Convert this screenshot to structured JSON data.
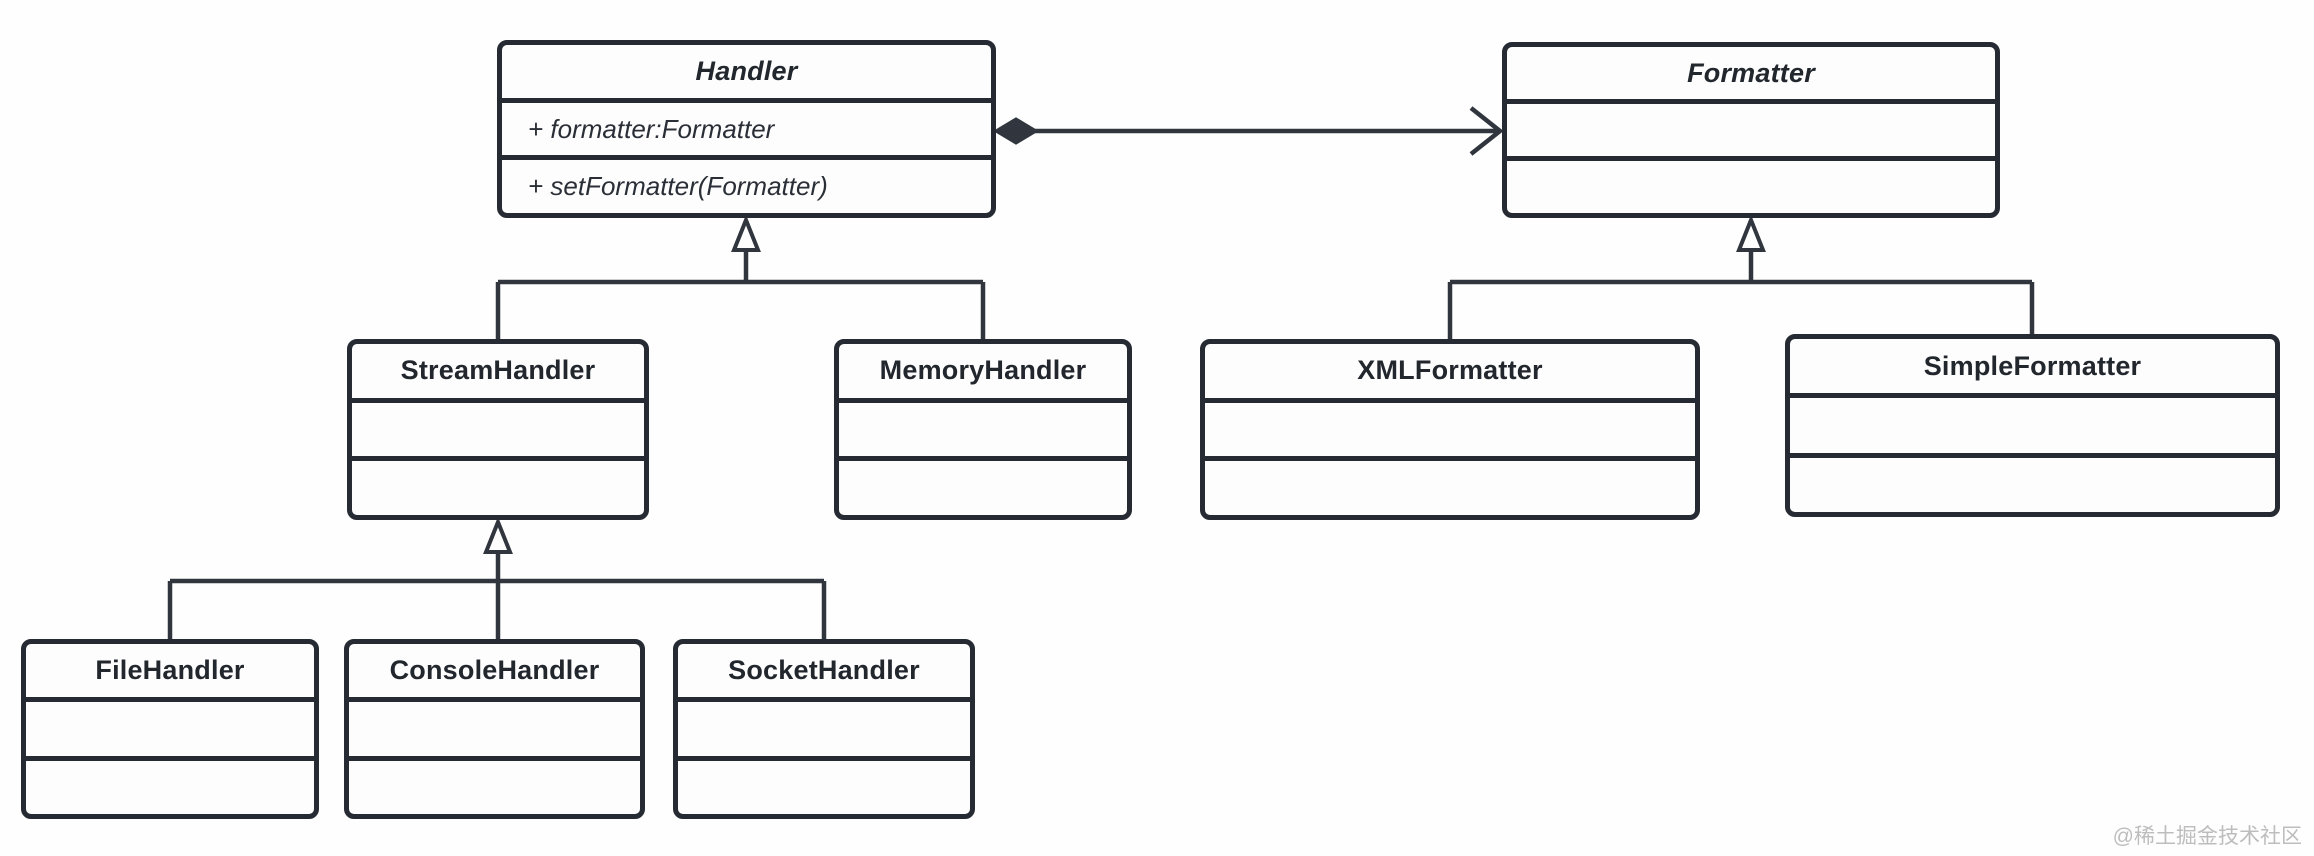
{
  "watermark": "@稀土掘金技术社区",
  "colors": {
    "line": "#31363e",
    "box_border": "#262b33",
    "box_fill": "#fdfdfd",
    "background": "#fefefe",
    "watermark": "#bdbdbd"
  },
  "classes": {
    "handler": {
      "name": "Handler",
      "stereotype": "abstract",
      "attributes": [
        "+ formatter:Formatter"
      ],
      "methods": [
        "+ setFormatter(Formatter)"
      ]
    },
    "formatter": {
      "name": "Formatter",
      "stereotype": "abstract",
      "attributes": [],
      "methods": []
    },
    "stream_handler": {
      "name": "StreamHandler",
      "attributes": [],
      "methods": []
    },
    "memory_handler": {
      "name": "MemoryHandler",
      "attributes": [],
      "methods": []
    },
    "xml_formatter": {
      "name": "XMLFormatter",
      "attributes": [],
      "methods": []
    },
    "simple_formatter": {
      "name": "SimpleFormatter",
      "attributes": [],
      "methods": []
    },
    "file_handler": {
      "name": "FileHandler",
      "attributes": [],
      "methods": []
    },
    "console_handler": {
      "name": "ConsoleHandler",
      "attributes": [],
      "methods": []
    },
    "socket_handler": {
      "name": "SocketHandler",
      "attributes": [],
      "methods": []
    }
  },
  "relations": [
    {
      "type": "composition",
      "from": "Handler",
      "to": "Formatter"
    },
    {
      "type": "generalization",
      "from": "StreamHandler",
      "to": "Handler"
    },
    {
      "type": "generalization",
      "from": "MemoryHandler",
      "to": "Handler"
    },
    {
      "type": "generalization",
      "from": "XMLFormatter",
      "to": "Formatter"
    },
    {
      "type": "generalization",
      "from": "SimpleFormatter",
      "to": "Formatter"
    },
    {
      "type": "generalization",
      "from": "FileHandler",
      "to": "StreamHandler"
    },
    {
      "type": "generalization",
      "from": "ConsoleHandler",
      "to": "StreamHandler"
    },
    {
      "type": "generalization",
      "from": "SocketHandler",
      "to": "StreamHandler"
    }
  ]
}
